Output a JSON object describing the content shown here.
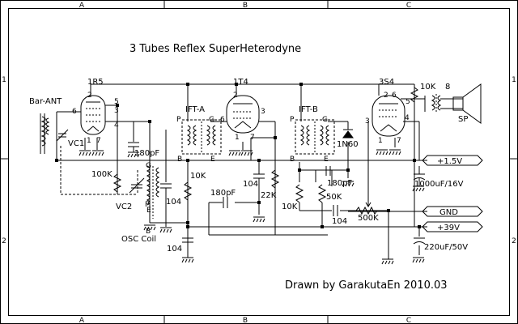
{
  "frame": {
    "top_cols": [
      "A",
      "B",
      "C"
    ],
    "bottom_cols": [
      "A",
      "B",
      "C"
    ],
    "left_rows": [
      "1",
      "2"
    ],
    "right_rows": [
      "1",
      "2"
    ]
  },
  "title": "3 Tubes Reflex SuperHeterodyne",
  "credit": "Drawn by GarakutaEn 2010.03",
  "tubes": {
    "v1": {
      "name": "1R5",
      "pin_left": "6",
      "pin_tl": "2",
      "pin_r1": "5",
      "pin_r2": "3",
      "pin_r3": "4",
      "pin_b1": "1",
      "pin_b2": "7"
    },
    "v2": {
      "name": "1T4",
      "pin_tl": "2",
      "pin_left": "6",
      "pin_right": "3",
      "pin_b1": "1",
      "pin_b2": "7"
    },
    "v3": {
      "name": "3S4",
      "pin_tl": "2",
      "pin_tl2": "6",
      "pin_r1": "5",
      "pin_left": "3",
      "pin_r2": "4",
      "pin_b1": "1",
      "pin_b2": "7"
    }
  },
  "labels": {
    "bar_ant": "Bar-ANT",
    "vc1": "VC1",
    "vc2": "VC2",
    "c180_1": "180pF",
    "r100k": "100K",
    "osc_coil": "OSC Coil",
    "osc_g": "G",
    "osc_p": "P",
    "osc_e": "E",
    "osc_b": "B",
    "c104_a": "104",
    "c104_b": "104",
    "r10k_1": "10K",
    "ift_a": "IFT-A",
    "ift_a_p": "P",
    "ift_a_g": "G",
    "ift_a_b": "B",
    "ift_a_e": "E",
    "c180_2": "180pF",
    "c104_c": "104",
    "r22k": "22K",
    "ift_b": "IFT-B",
    "ift_b_p": "P",
    "ift_b_g": "G",
    "ift_b_b": "B",
    "ift_b_e": "E",
    "diode": "1N60",
    "r10k_2": "10K",
    "c180_3": "180pF",
    "r50k": "50K",
    "c104_d": "104",
    "vr500k": "500K",
    "r10k_3": "10K",
    "pin8": "8",
    "sp": "SP",
    "c1000": "1000uF/16V",
    "c220": "220uF/50V",
    "plus15": "+1.5V",
    "gnd": "GND",
    "plus39": "+39V"
  }
}
